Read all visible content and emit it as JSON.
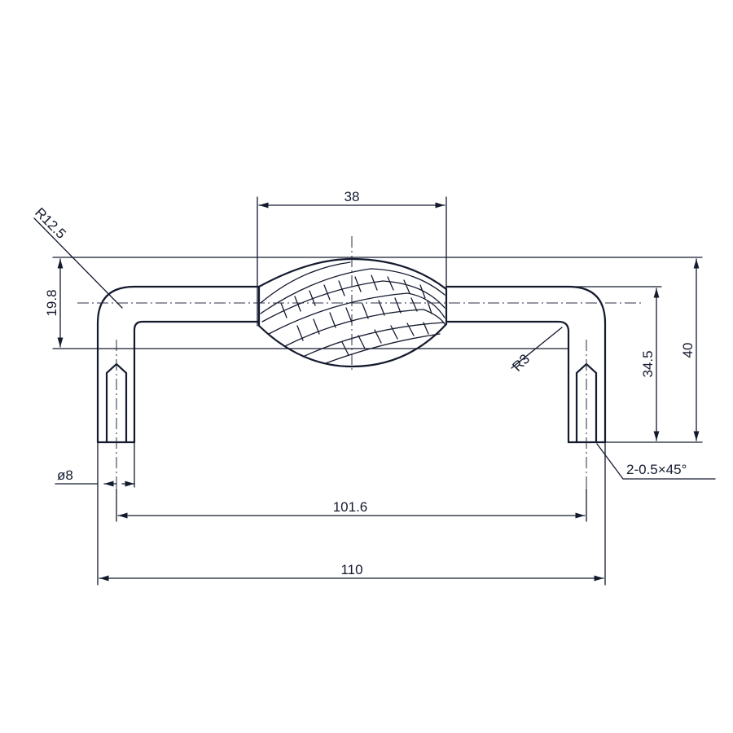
{
  "drawing": {
    "subject": "Cabinet handle with twisted wire center grip",
    "line_color": "#141a2e",
    "background": "#ffffff"
  },
  "dimensions": {
    "grip_width": "38",
    "outer_radius": "R12.5",
    "bar_thickness": "19.8",
    "inner_radius": "R3",
    "inner_height": "34.5",
    "total_height": "40",
    "leg_diameter": "ø8",
    "chamfer": "2-0.5×45°",
    "hole_spacing": "101.6",
    "overall_length": "110"
  }
}
